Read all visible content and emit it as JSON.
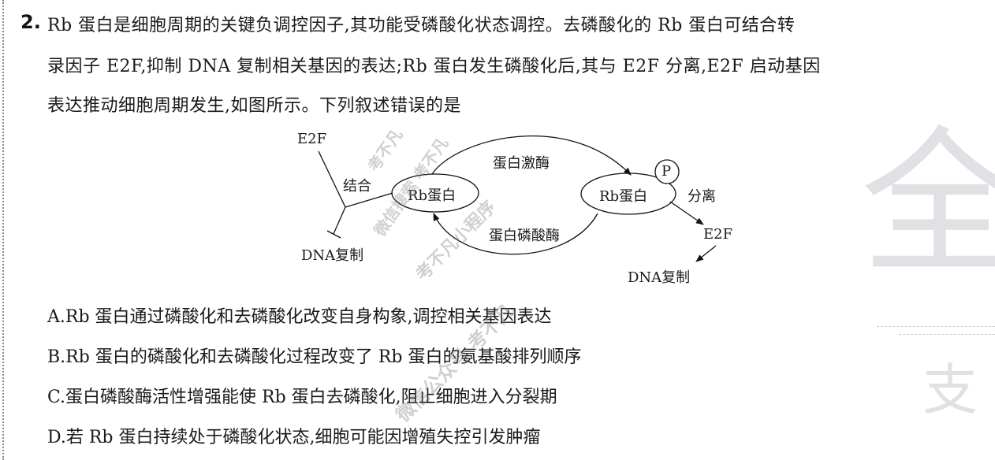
{
  "question": {
    "number": "2.",
    "stem_lines": [
      "Rb 蛋白是细胞周期的关键负调控因子,其功能受磷酸化状态调控。去磷酸化的 Rb 蛋白可结合转",
      "录因子 E2F,抑制 DNA 复制相关基因的表达;Rb 蛋白发生磷酸化后,其与 E2F 分离,E2F 启动基因",
      "表达推动细胞周期发生,如图所示。下列叙述错误的是"
    ],
    "options": [
      {
        "letter": "A.",
        "text": "Rb 蛋白通过磷酸化和去磷酸化改变自身构象,调控相关基因表达"
      },
      {
        "letter": "B.",
        "text": "Rb 蛋白的磷酸化和去磷酸化过程改变了 Rb 蛋白的氨基酸排列顺序"
      },
      {
        "letter": "C.",
        "text": "蛋白磷酸酶活性增强能使 Rb 蛋白去磷酸化,阻止细胞进入分裂期"
      },
      {
        "letter": "D.",
        "text": "若 Rb 蛋白持续处于磷酸化状态,细胞可能因增殖失控引发肿瘤"
      }
    ]
  },
  "diagram": {
    "left": {
      "e2f": "E2F",
      "bind": "结合",
      "rb": "Rb蛋白",
      "dna": "DNA复制"
    },
    "kinase": "蛋白激酶",
    "phosphatase": "蛋白磷酸酶",
    "right": {
      "phospho": "P",
      "rb": "Rb蛋白",
      "separate": "分离",
      "e2f": "E2F",
      "dna": "DNA复制"
    }
  },
  "watermarks": [
    "考不凡",
    "微信搜索 考不凡",
    "考不凡小程序",
    "微信公众号 考不凡"
  ],
  "side_decoration": {
    "glyph_top": "全",
    "glyph_bottom": "支"
  }
}
